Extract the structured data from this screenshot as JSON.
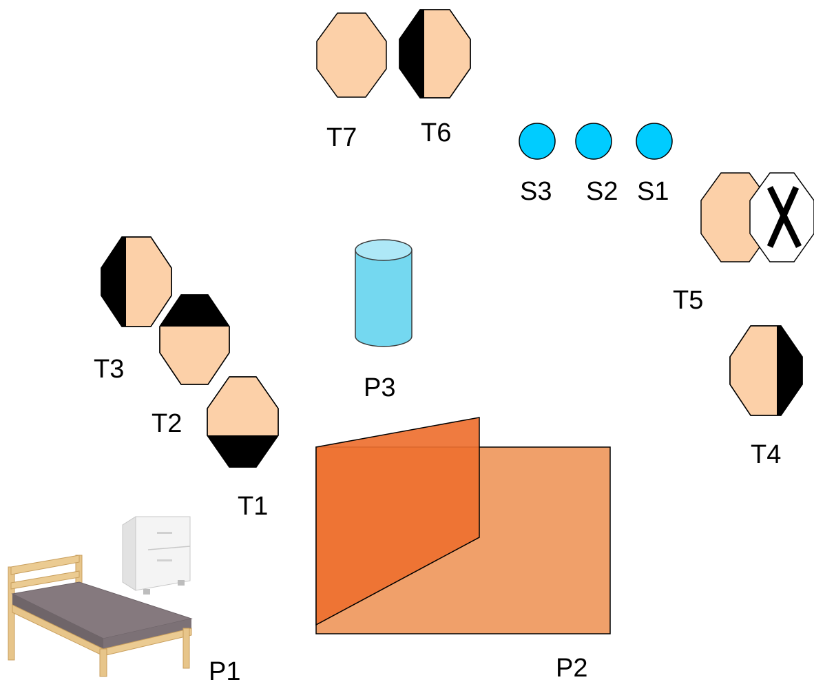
{
  "colors": {
    "skin": "#FCD0A8",
    "dark": "#000000",
    "sensor": "#00CCFF",
    "cylinder_body": "#74D8F0",
    "cylinder_top": "#AEE8F7",
    "panel_back": "#F0A06A",
    "panel_front": "#EE7030",
    "background": "#FFFFFF"
  },
  "targets": [
    {
      "id": "T1",
      "label": "T1",
      "dark_side": "bottom"
    },
    {
      "id": "T2",
      "label": "T2",
      "dark_side": "top"
    },
    {
      "id": "T3",
      "label": "T3",
      "dark_side": "left"
    },
    {
      "id": "T4",
      "label": "T4",
      "dark_side": "right"
    },
    {
      "id": "T5",
      "label": "T5",
      "dark_side": "none",
      "paired_marker": "cross"
    },
    {
      "id": "T6",
      "label": "T6",
      "dark_side": "left"
    },
    {
      "id": "T7",
      "label": "T7",
      "dark_side": "none"
    }
  ],
  "sensors": [
    {
      "id": "S1",
      "label": "S1"
    },
    {
      "id": "S2",
      "label": "S2"
    },
    {
      "id": "S3",
      "label": "S3"
    }
  ],
  "props": [
    {
      "id": "P1",
      "label": "P1",
      "depicts": "bed with nightstand"
    },
    {
      "id": "P2",
      "label": "P2",
      "depicts": "folded panel"
    },
    {
      "id": "P3",
      "label": "P3",
      "depicts": "cylinder"
    }
  ]
}
